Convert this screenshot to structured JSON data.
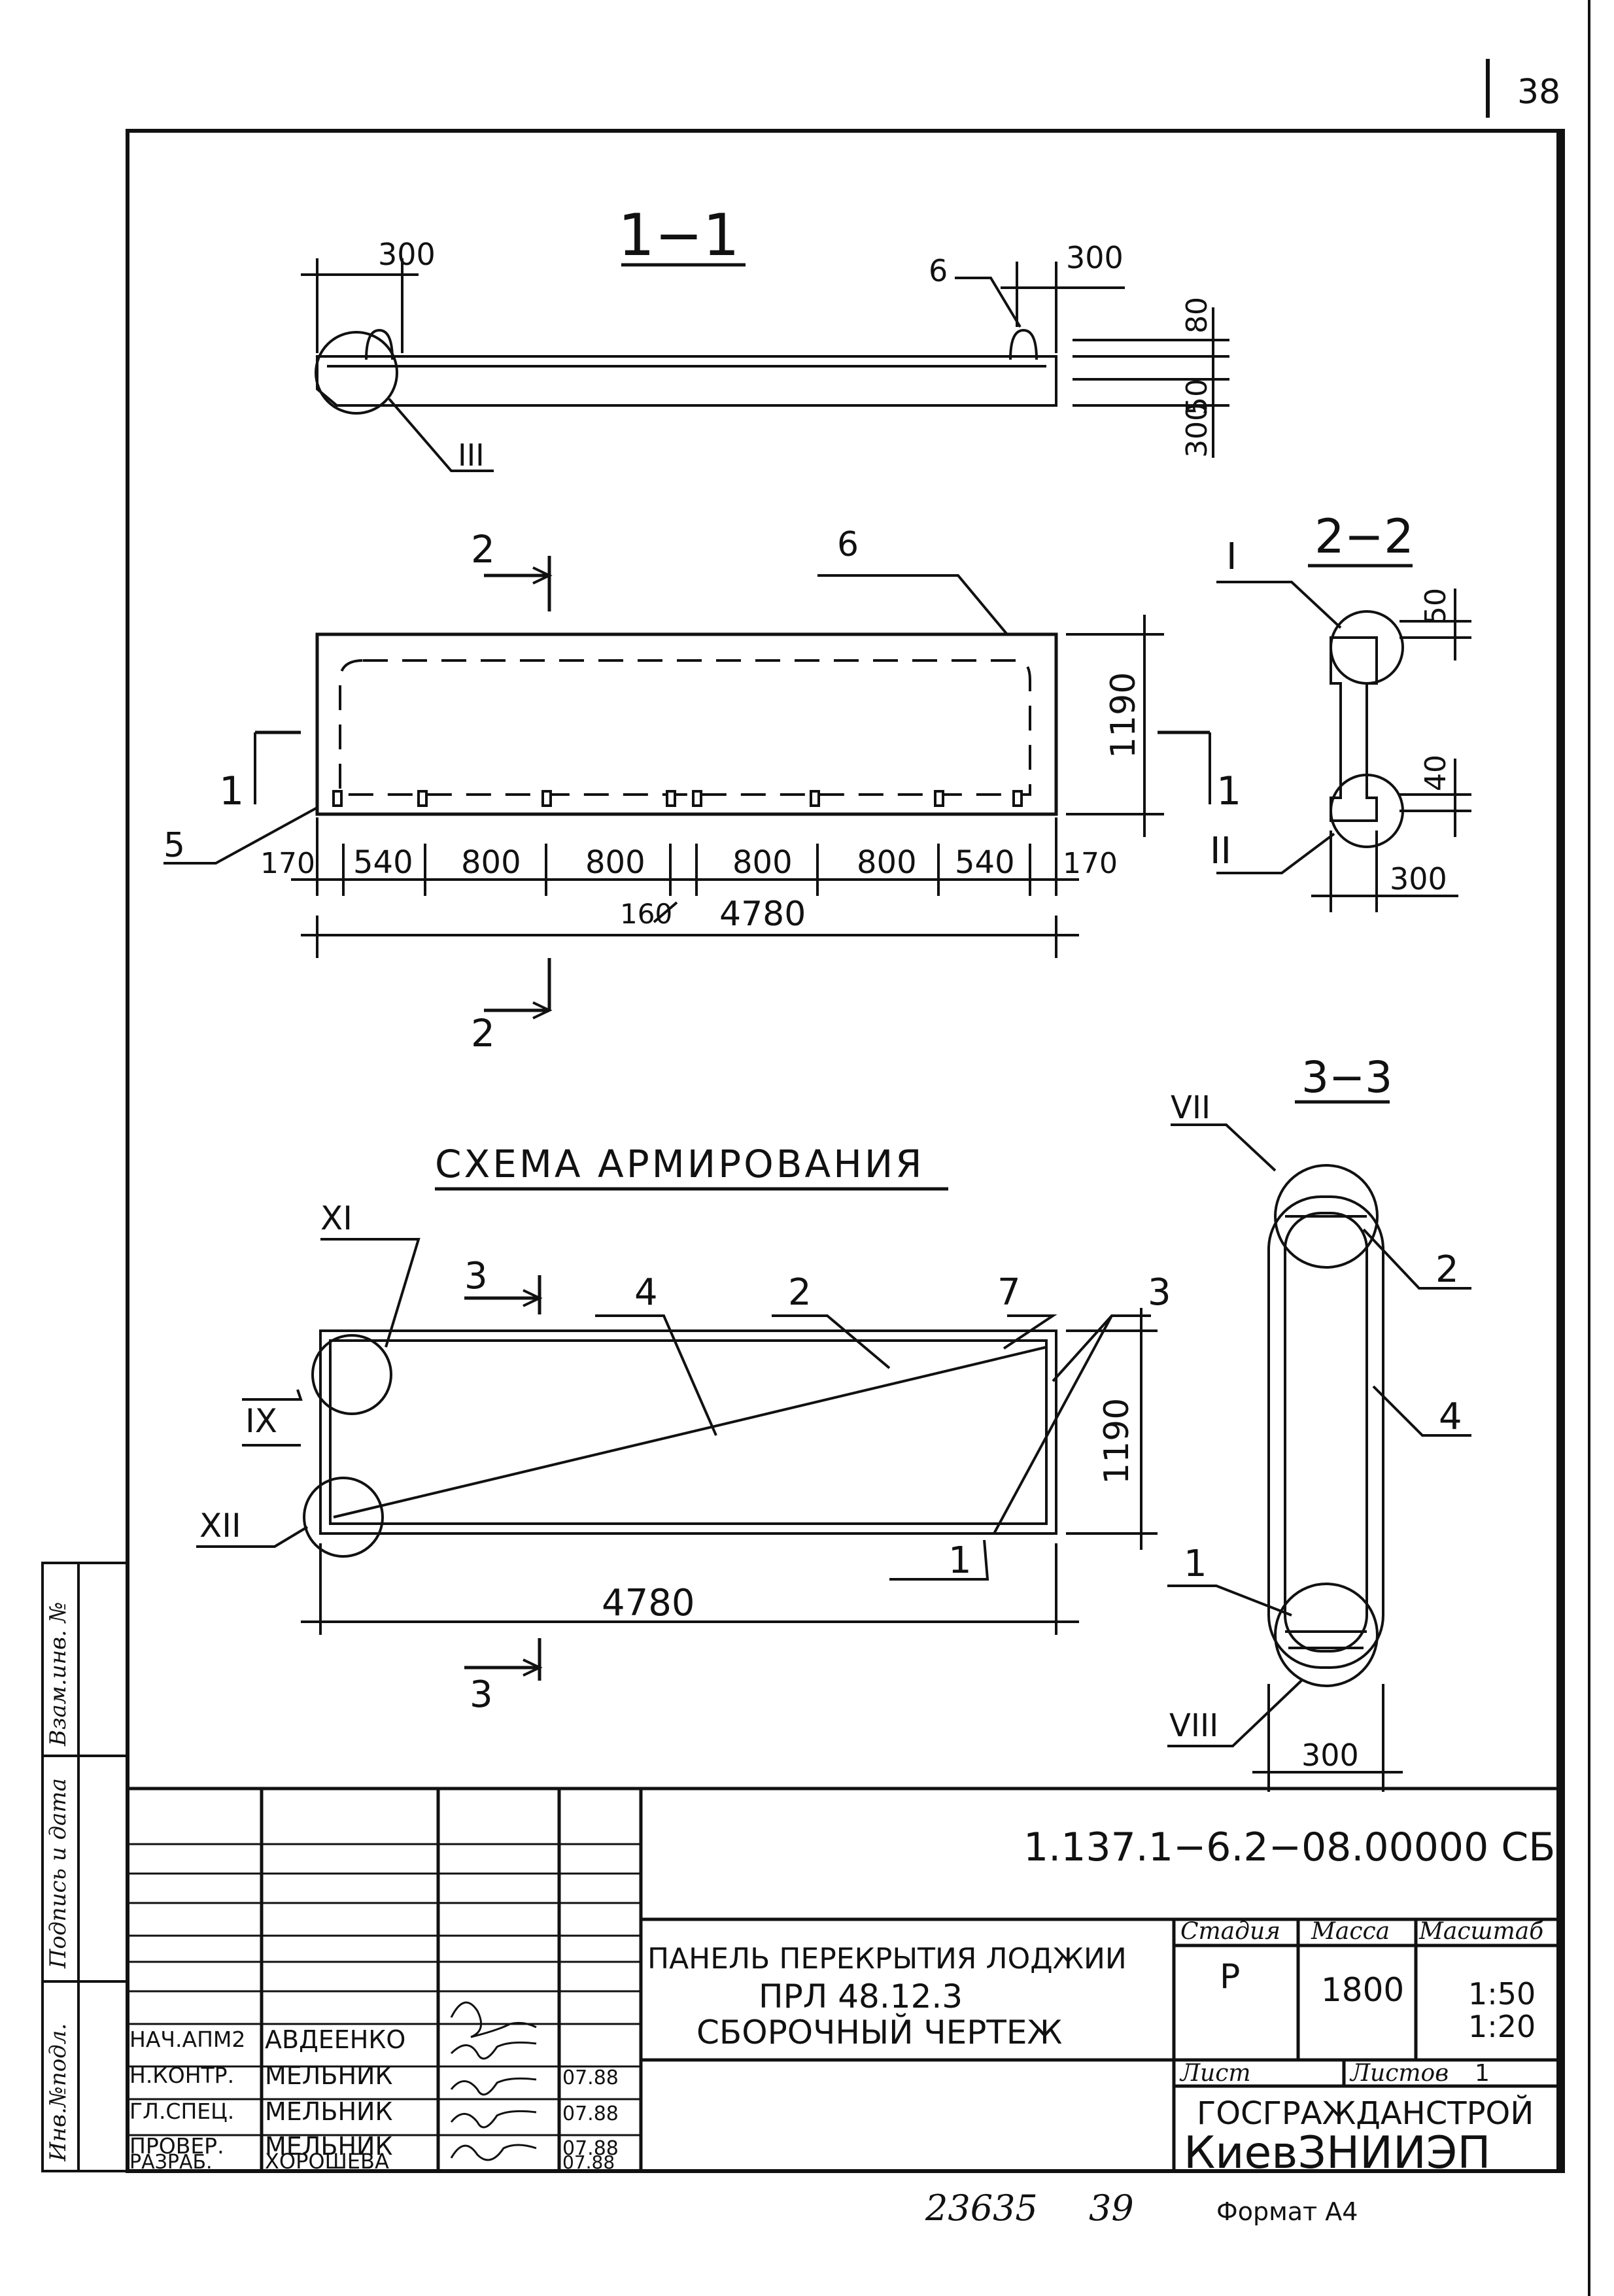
{
  "sheet": {
    "page_number": "38",
    "footer_left": "23635",
    "footer_mid": "39",
    "format_label": "Формат А4"
  },
  "left_strip": {
    "vzam": "Взам.инв. №",
    "podpis": "Подпись и дата",
    "inv": "Инв.№подл."
  },
  "view_1_1": {
    "title": "1−1",
    "dim_left": "300",
    "dim_right": "300",
    "dim_h1": "80",
    "dim_h2": "50",
    "dim_h3": "300",
    "callout_6": "6",
    "detail": "III"
  },
  "plan_view": {
    "cut_2_top": "2",
    "cut_2_bottom": "2",
    "cut_1_left": "1",
    "cut_1_right": "1",
    "callout_6": "6",
    "callout_5": "5",
    "height": "1190",
    "spans": [
      "170",
      "540",
      "800",
      "800",
      "800",
      "800",
      "540",
      "170"
    ],
    "gap_160": "160",
    "total": "4780"
  },
  "view_2_2": {
    "title": "2−2",
    "detail_1": "I",
    "detail_2": "II",
    "dim_50": "50",
    "dim_40": "40",
    "dim_300": "300"
  },
  "reinforcement": {
    "title": "СХЕМА АРМИРОВАНИЯ",
    "cut_3_top": "3",
    "cut_3_bottom": "3",
    "c4": "4",
    "c2": "2",
    "c7": "7",
    "c3": "3",
    "c1": "1",
    "detail_xi": "XI",
    "detail_ix": "IX",
    "detail_xii": "XII",
    "height": "1190",
    "width": "4780"
  },
  "view_3_3": {
    "title": "3−3",
    "detail_vii": "VII",
    "detail_viii": "VIII",
    "c2": "2",
    "c4": "4",
    "c1": "1",
    "dim_300": "300"
  },
  "title_block": {
    "doc_code": "1.137.1−6.2−08.00000 СБ",
    "name_line1": "ПАНЕЛЬ ПЕРЕКРЫТИЯ ЛОДЖИИ",
    "name_line2": "ПРЛ 48.12.3",
    "name_line3": "СБОРОЧНЫЙ ЧЕРТЕЖ",
    "stage_label": "Стадия",
    "mass_label": "Масса",
    "scale_label": "Масштаб",
    "stage": "Р",
    "mass": "1800",
    "scale_1": "1:50",
    "scale_2": "1:20",
    "sheet_label": "Лист",
    "sheets_label": "Листов",
    "sheets_value": "1",
    "org_1": "ГОСГРАЖДАНСТРОЙ",
    "org_2": "КиевЗНИИЭП",
    "rows": [
      {
        "role": "НАЧ.АПМ2",
        "name": "АВДЕЕНКО",
        "date": ""
      },
      {
        "role": "Н.КОНТР.",
        "name": "МЕЛЬНИК",
        "date": "07.88"
      },
      {
        "role": "ГЛ.СПЕЦ.",
        "name": "МЕЛЬНИК",
        "date": "07.88"
      },
      {
        "role": "ПРОВЕР.",
        "name": "МЕЛЬНИК",
        "date": "07.88"
      },
      {
        "role": "РАЗРАБ.",
        "name": "ХОРОШЕВА",
        "date": "07.88"
      }
    ]
  }
}
